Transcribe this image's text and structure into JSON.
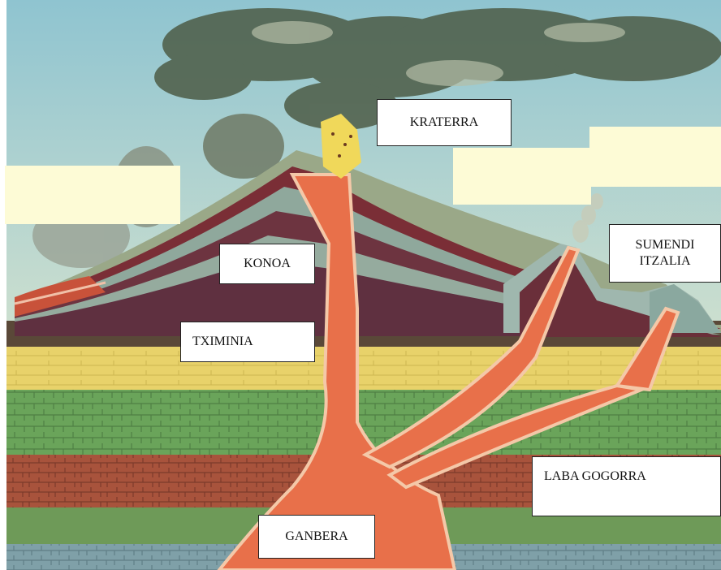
{
  "labels": {
    "krater": "KRATERRA",
    "konoa": "KONOA",
    "tximinia": "TXIMINIA",
    "sumendi_line1": "SUMENDI",
    "sumendi_line2": "ITZALIA",
    "laba": "LABA GOGORRA",
    "ganbera": "GANBERA"
  },
  "colors": {
    "sky": "#a9cfd4",
    "magma": "#e8704a",
    "magma_edge": "#f4c8a8",
    "blank_label": "#fdfbd6"
  }
}
